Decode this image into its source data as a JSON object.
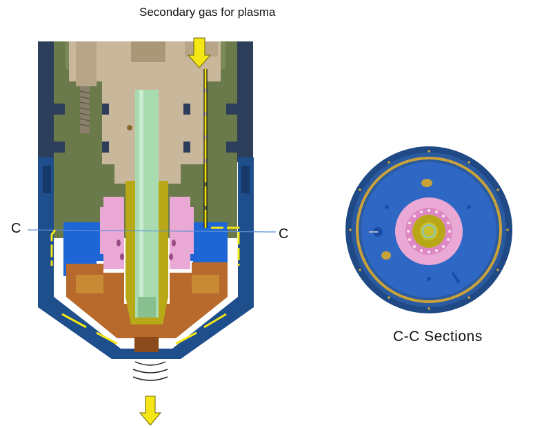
{
  "diagram": {
    "title": "Secondary gas for plasma",
    "section_marker_left": "C",
    "section_marker_right": "C",
    "section_caption": "C-C  Sections"
  },
  "colors": {
    "outer_shell": "#1f4e8c",
    "upper_body": "#6b7a4a",
    "top_cap": "#c9b79c",
    "electrode": "#a8dcb0",
    "swirl_ring": "#e9a9d4",
    "insulator_blue": "#1e66d6",
    "nozzle_copper": "#b8692c",
    "gas_flow_arrow": "#f5e616",
    "gold_ring": "#c9a23a",
    "cut_line": "#5b8fd6"
  }
}
